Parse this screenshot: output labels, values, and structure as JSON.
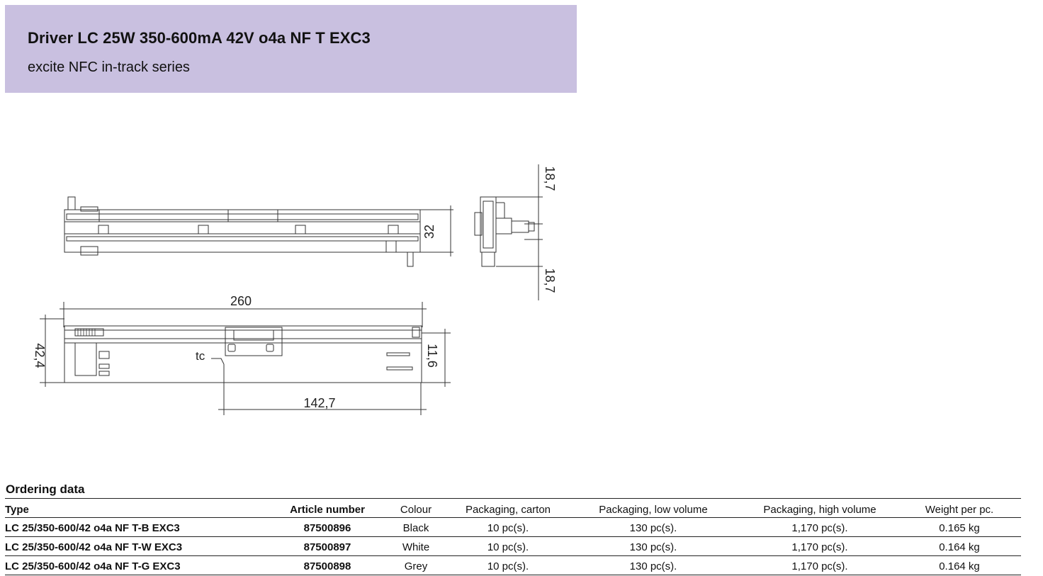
{
  "header": {
    "title": "Driver LC 25W 350-600mA 42V o4a NF T EXC3",
    "subtitle": "excite NFC in-track series"
  },
  "drawing": {
    "dim_length": "260",
    "dim_height_side": "42,4",
    "dim_height_small": "11,6",
    "dim_tc_offset": "142,7",
    "dim_width_top": "32",
    "dim_profile_top": "18,7",
    "dim_profile_bottom": "18,7",
    "tc_label": "tc"
  },
  "ordering": {
    "heading": "Ordering data",
    "columns": [
      "Type",
      "Article number",
      "Colour",
      "Packaging, carton",
      "Packaging, low volume",
      "Packaging, high volume",
      "Weight per pc."
    ],
    "rows": [
      [
        "LC 25/350-600/42 o4a NF T-B EXC3",
        "87500896",
        "Black",
        "10 pc(s).",
        "130 pc(s).",
        "1,170 pc(s).",
        "0.165 kg"
      ],
      [
        "LC 25/350-600/42 o4a NF T-W EXC3",
        "87500897",
        "White",
        "10 pc(s).",
        "130 pc(s).",
        "1,170 pc(s).",
        "0.164 kg"
      ],
      [
        "LC 25/350-600/42 o4a NF T-G EXC3",
        "87500898",
        "Grey",
        "10 pc(s).",
        "130 pc(s).",
        "1,170 pc(s).",
        "0.164 kg"
      ]
    ]
  }
}
